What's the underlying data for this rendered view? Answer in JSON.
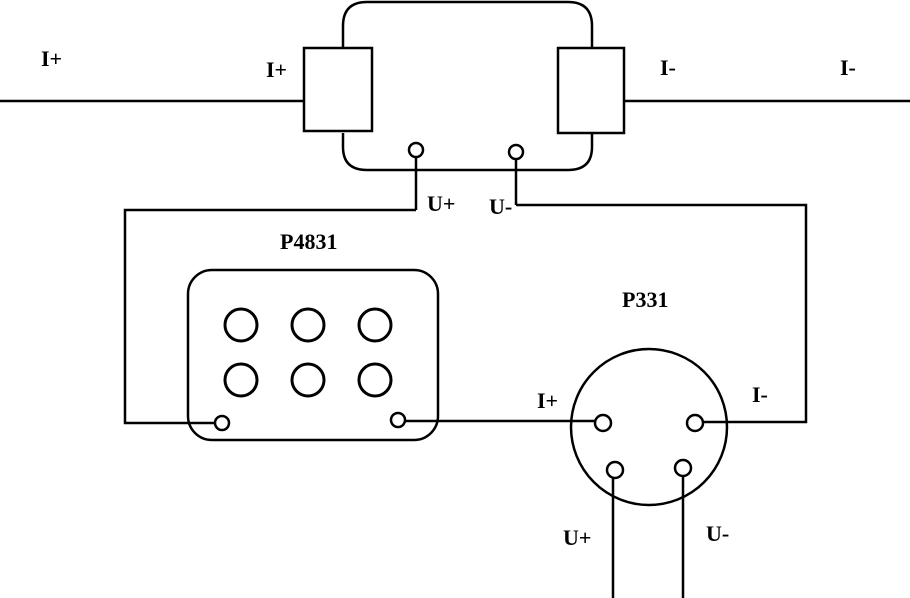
{
  "labels": {
    "line_left": "I+",
    "resistor_left": "I+",
    "resistor_right": "I-",
    "line_right": "I-",
    "potential_plus": "U+",
    "potential_minus": "U-",
    "instrument_left": "P4831",
    "instrument_right": "P331",
    "p331_current_plus": "I+",
    "p331_current_minus": "I-",
    "p331_voltage_plus": "U+",
    "p331_voltage_minus": "U-"
  },
  "colors": {
    "stroke": "#000000",
    "background": "#ffffff"
  }
}
